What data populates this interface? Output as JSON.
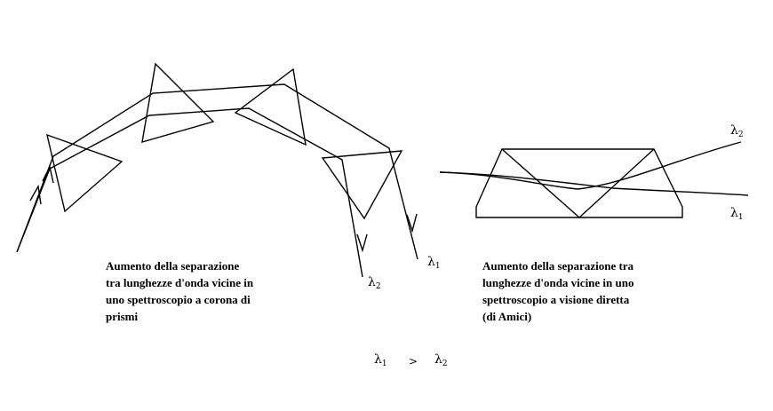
{
  "captions": {
    "left": "Aumento della separazione\ntra lunghezze d'onda vicine in\nuno spettroscopio a corona di\nprismi",
    "right": "Aumento della separazione tra\nlunghezze d'onda vicine in uno\nspettroscopio a visione diretta\n(di Amici)"
  },
  "labels": {
    "lambda_symbol": "λ",
    "index_1": "1",
    "index_2": "2",
    "relation_symbol": ">"
  },
  "colors": {
    "ink": "#000000",
    "background": "#ffffff"
  }
}
